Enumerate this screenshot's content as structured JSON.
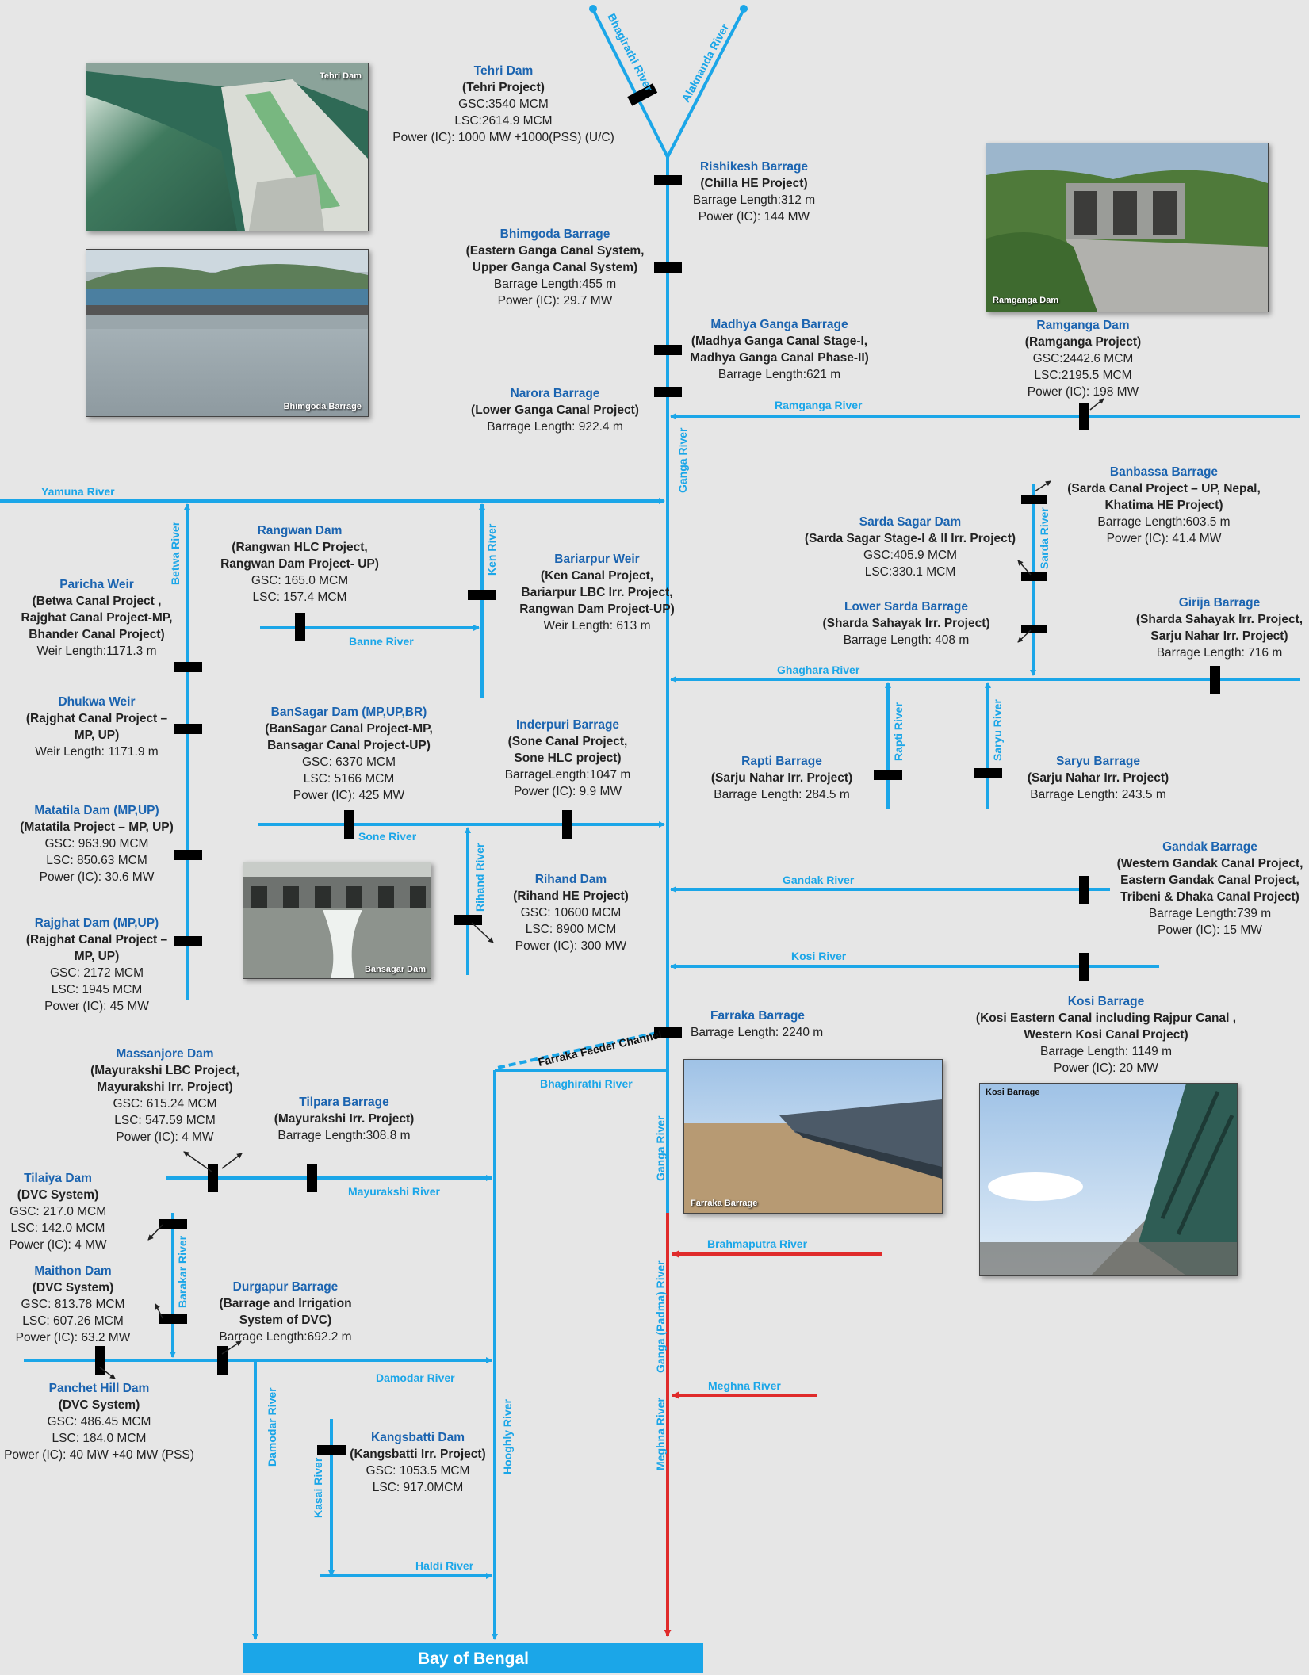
{
  "rivers": {
    "bhagirathi_top": "Bhagirathi River",
    "alaknanda": "Alaknanda River",
    "ganga_upper": "Ganga River",
    "ganga_lower": "Ganga River",
    "ramganga": "Ramganga River",
    "yamuna": "Yamuna River",
    "betwa": "Betwa River",
    "ken": "Ken River",
    "banne": "Banne River",
    "sone": "Sone River",
    "rihand": "Rihand River",
    "sarda": "Sarda River",
    "ghaghara": "Ghaghara River",
    "rapti": "Rapti River",
    "saryu": "Saryu River",
    "gandak": "Gandak River",
    "kosi": "Kosi River",
    "farraka_feeder": "Farraka Feeder Channel",
    "bhaghirathi": "Bhaghirathi River",
    "mayurakshi": "Mayurakshi River",
    "barakar": "Barakar River",
    "damodar": "Damodar  River",
    "damodar_v": "Damodar River",
    "kasai": "Kasai River",
    "haldi": "Haldi River",
    "hooghly": "Hooghly River",
    "brahmaputra": "Brahmaputra River",
    "padma": "Ganga (Padma) River",
    "meghna": "Meghna River",
    "meghna_h": "Meghna River"
  },
  "projects": [
    {
      "name": "Tehri Dam",
      "lines": [
        "(Tehri Project)",
        "GSC:3540 MCM",
        "LSC:2614.9 MCM",
        "Power (IC): 1000 MW +1000(PSS) (U/C)"
      ]
    },
    {
      "name": "Rishikesh Barrage",
      "lines": [
        "(Chilla HE Project)",
        "Barrage Length:312 m",
        "Power (IC): 144 MW"
      ]
    },
    {
      "name": "Bhimgoda Barrage",
      "lines": [
        "(Eastern Ganga Canal System,",
        "Upper Ganga Canal System)",
        "Barrage Length:455 m",
        "Power (IC): 29.7 MW"
      ]
    },
    {
      "name": "Madhya Ganga Barrage",
      "lines": [
        "(Madhya Ganga Canal Stage-I,",
        "Madhya Ganga Canal Phase-II)",
        "Barrage Length:621 m"
      ]
    },
    {
      "name": "Narora Barrage",
      "lines": [
        "(Lower Ganga Canal Project)",
        "Barrage Length: 922.4 m"
      ]
    },
    {
      "name": "Ramganga Dam",
      "lines": [
        "(Ramganga Project)",
        "GSC:2442.6 MCM",
        "LSC:2195.5 MCM",
        "Power (IC): 198 MW"
      ]
    },
    {
      "name": "Banbassa Barrage",
      "lines": [
        "(Sarda Canal Project – UP, Nepal,",
        "Khatima HE Project)",
        "Barrage Length:603.5 m",
        "Power (IC): 41.4 MW"
      ]
    },
    {
      "name": "Sarda Sagar Dam",
      "lines": [
        "(Sarda Sagar Stage-I & II Irr. Project)",
        "GSC:405.9 MCM",
        "LSC:330.1 MCM"
      ]
    },
    {
      "name": "Lower Sarda Barrage",
      "lines": [
        "(Sharda Sahayak Irr. Project)",
        "Barrage Length: 408 m"
      ]
    },
    {
      "name": "Girija Barrage",
      "lines": [
        "(Sharda Sahayak Irr. Project,",
        "Sarju Nahar Irr. Project)",
        "Barrage Length: 716 m"
      ]
    },
    {
      "name": "Rangwan Dam",
      "lines": [
        "(Rangwan HLC Project,",
        "Rangwan Dam Project- UP)",
        "GSC: 165.0 MCM",
        "LSC: 157.4 MCM"
      ]
    },
    {
      "name": "Bariarpur Weir",
      "lines": [
        "(Ken Canal  Project,",
        "Bariarpur LBC Irr. Project,",
        "Rangwan Dam Project-UP)",
        "Weir Length: 613 m"
      ]
    },
    {
      "name": "Paricha Weir",
      "lines": [
        "(Betwa Canal Project ,",
        "Rajghat Canal Project-MP,",
        "Bhander Canal Project)",
        "Weir Length:1171.3 m"
      ]
    },
    {
      "name": "Dhukwa Weir",
      "lines": [
        "(Rajghat Canal Project –",
        "MP, UP)",
        "Weir Length:  1171.9 m"
      ]
    },
    {
      "name": "BanSagar Dam (MP,UP,BR)",
      "lines": [
        "(BanSagar Canal Project-MP,",
        "Bansagar Canal Project-UP)",
        "GSC: 6370 MCM",
        "LSC: 5166 MCM",
        "Power (IC): 425 MW"
      ]
    },
    {
      "name": "Inderpuri Barrage",
      "lines": [
        "(Sone Canal Project,",
        "Sone HLC project)",
        "BarrageLength:1047 m",
        "Power (IC): 9.9 MW"
      ]
    },
    {
      "name": "Rapti Barrage",
      "lines": [
        "(Sarju Nahar Irr. Project)",
        "Barrage Length:  284.5 m"
      ]
    },
    {
      "name": "Saryu Barrage",
      "lines": [
        "(Sarju Nahar Irr. Project)",
        "Barrage Length: 243.5 m"
      ]
    },
    {
      "name": "Matatila Dam (MP,UP)",
      "lines": [
        "(Matatila Project – MP, UP)",
        "GSC: 963.90 MCM",
        "LSC: 850.63 MCM",
        "Power (IC): 30.6 MW"
      ]
    },
    {
      "name": "Rihand Dam",
      "lines": [
        "(Rihand HE Project)",
        "GSC: 10600 MCM",
        "LSC: 8900 MCM",
        "Power (IC):  300 MW"
      ]
    },
    {
      "name": "Gandak Barrage",
      "lines": [
        "(Western Gandak Canal Project,",
        "Eastern Gandak Canal Project,",
        "Tribeni & Dhaka Canal Project)",
        "Barrage Length:739 m",
        "Power (IC): 15 MW"
      ]
    },
    {
      "name": "Rajghat Dam (MP,UP)",
      "lines": [
        "(Rajghat Canal Project –",
        "MP, UP)",
        "GSC: 2172 MCM",
        "LSC: 1945 MCM",
        "Power (IC): 45 MW"
      ]
    },
    {
      "name": "Farraka Barrage",
      "lines": [
        "Barrage Length: 2240 m"
      ]
    },
    {
      "name": "Kosi Barrage",
      "lines": [
        "(Kosi Eastern Canal including Rajpur Canal ,",
        "Western Kosi Canal Project)",
        "Barrage Length: 1149 m",
        "Power (IC): 20 MW"
      ]
    },
    {
      "name": "Massanjore Dam",
      "lines": [
        "(Mayurakshi LBC Project,",
        "Mayurakshi Irr. Project)",
        "GSC: 615.24 MCM",
        "LSC: 547.59 MCM",
        "Power (IC): 4 MW"
      ]
    },
    {
      "name": "Tilpara Barrage",
      "lines": [
        "(Mayurakshi Irr. Project)",
        "Barrage Length:308.8 m"
      ]
    },
    {
      "name": "Tilaiya Dam",
      "lines": [
        "(DVC System)",
        "GSC: 217.0 MCM",
        "LSC: 142.0 MCM",
        "Power (IC): 4 MW"
      ]
    },
    {
      "name": "Maithon Dam",
      "lines": [
        "(DVC System)",
        "GSC: 813.78 MCM",
        "LSC: 607.26 MCM",
        "Power (IC): 63.2 MW"
      ]
    },
    {
      "name": "Durgapur Barrage",
      "lines": [
        "(Barrage and Irrigation",
        "System of DVC)",
        "Barrage Length:692.2 m"
      ]
    },
    {
      "name": "Panchet Hill Dam",
      "lines": [
        "(DVC System)",
        "GSC: 486.45 MCM",
        "LSC: 184.0 MCM",
        "Power (IC): 40 MW +40 MW (PSS)"
      ]
    },
    {
      "name": "Kangsbatti  Dam",
      "lines": [
        "(Kangsbatti  Irr. Project)",
        "GSC: 1053.5 MCM",
        "LSC: 917.0MCM"
      ]
    }
  ],
  "photos": {
    "tehri": "Tehri Dam",
    "bhimgoda": "Bhimgoda Barrage",
    "ramganga": "Ramganga Dam",
    "bansagar": "Bansagar Dam",
    "farraka": "Farraka Barrage",
    "kosi": "Kosi Barrage"
  },
  "outlet": "Bay of Bengal",
  "colors": {
    "river": "#1ba6e8",
    "lower_channel": "#e02b2b",
    "name": "#1b64b0",
    "structure": "#000000"
  }
}
